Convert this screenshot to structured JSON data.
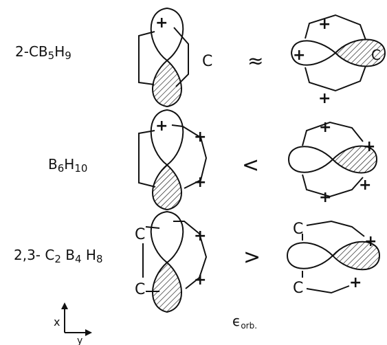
{
  "rows": [
    {
      "label": "2-CB5H9",
      "label_parts": [
        {
          "t": "2-C",
          "sub": false
        },
        {
          "t": "B",
          "sub": false
        },
        {
          "t": "5",
          "sub": true
        },
        {
          "t": "H",
          "sub": false
        },
        {
          "t": "9",
          "sub": true
        }
      ],
      "relation": "≈",
      "left_ring": {
        "signs_right": [
          "C"
        ],
        "signs_left_top": "+"
      },
      "right_ring": {
        "top": "+",
        "bottom": "+",
        "lobe_left": "+",
        "lobe_right": "C"
      }
    },
    {
      "label": "B6H10",
      "label_parts": [
        {
          "t": "B",
          "sub": false
        },
        {
          "t": "6",
          "sub": true
        },
        {
          "t": "H",
          "sub": false
        },
        {
          "t": "10",
          "sub": true
        }
      ],
      "relation": "<",
      "left_ring": {
        "signs_right": [
          "+",
          "+"
        ],
        "signs_left_top": "+"
      },
      "right_ring": {
        "top": "+",
        "right_top": "+",
        "right_bottom": "+",
        "bottom": "+"
      }
    },
    {
      "label": "2,3-C2B4H8",
      "label_parts": [
        {
          "t": "2,3- C",
          "sub": false
        },
        {
          "t": "2",
          "sub": true
        },
        {
          "t": " B",
          "sub": false
        },
        {
          "t": "4",
          "sub": true
        },
        {
          "t": " H",
          "sub": false
        },
        {
          "t": "8",
          "sub": true
        }
      ],
      "relation": ">",
      "left_ring": {
        "signs_left": [
          "C",
          "C"
        ],
        "signs_right": [
          "+",
          "+"
        ]
      },
      "right_ring": {
        "top_left": "C",
        "bottom_left": "C",
        "right_top": "+",
        "bottom_right": "+"
      }
    }
  ],
  "axes": {
    "x_label": "x",
    "y_label": "y"
  },
  "energy_label": "ϵ",
  "energy_subscript": "orb."
}
